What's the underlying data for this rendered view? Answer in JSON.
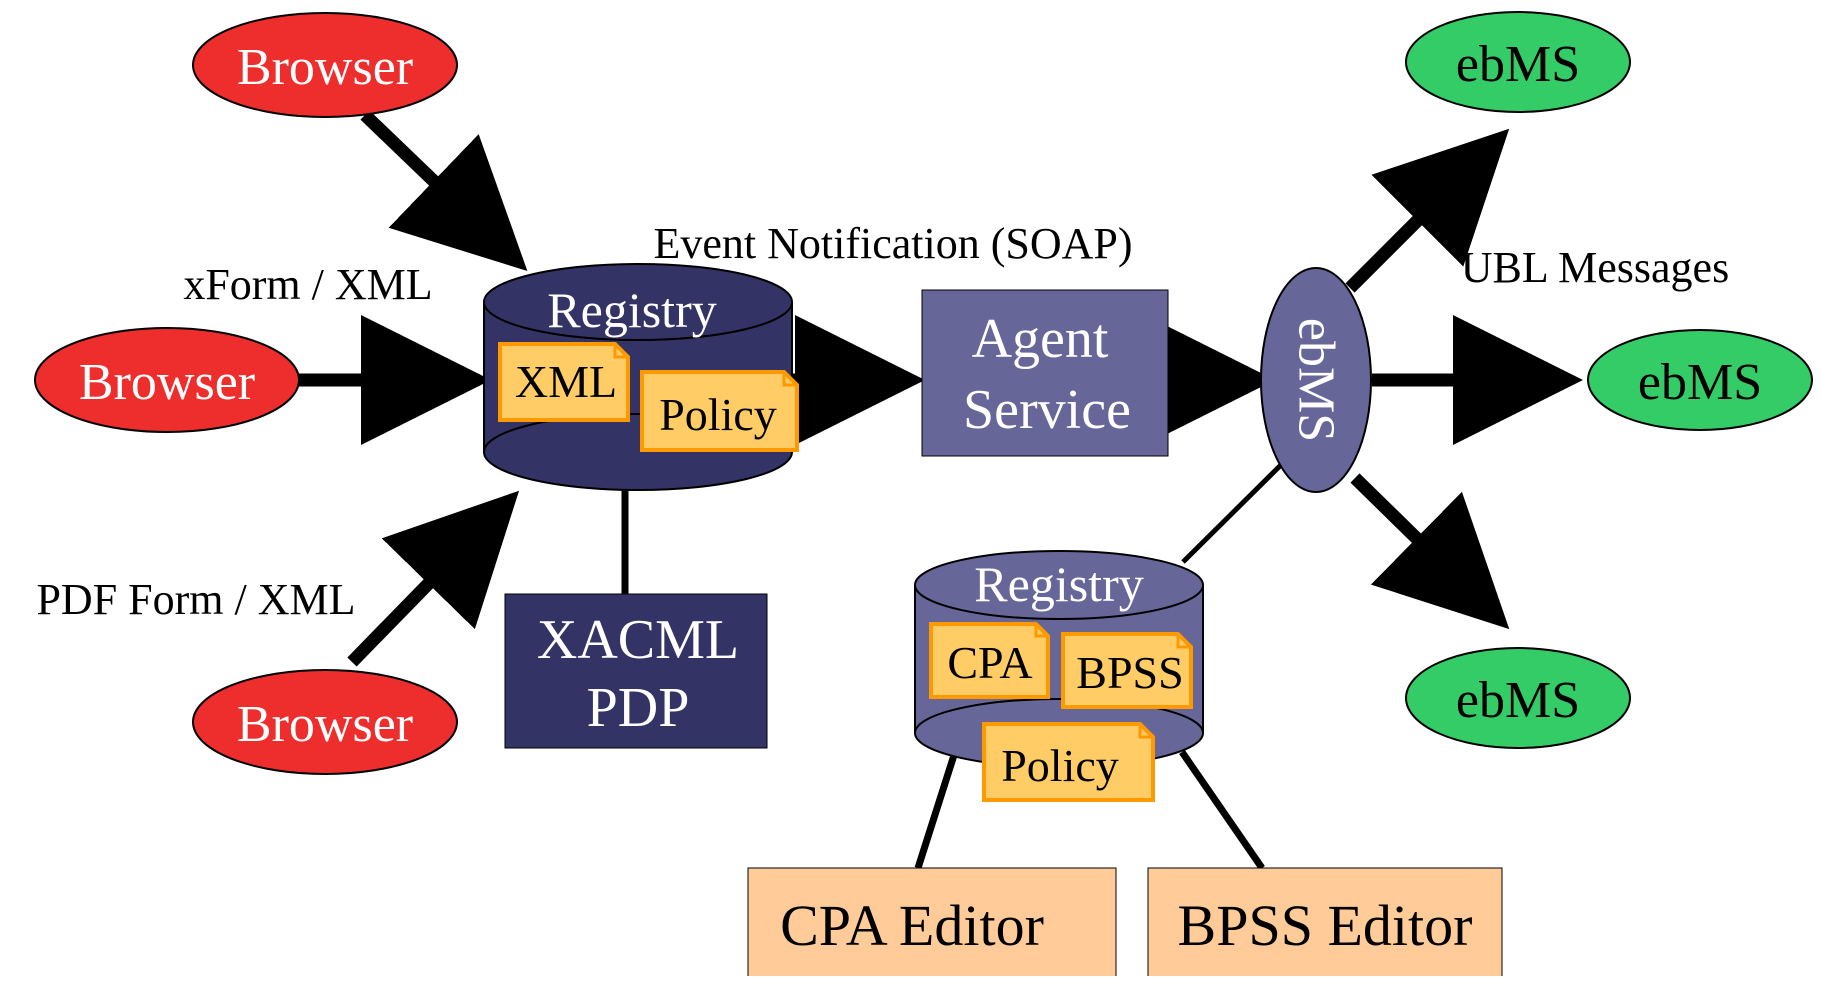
{
  "colors": {
    "browser_fill": "#ee2d2d",
    "ebms_fill": "#33cc66",
    "registry_dark": "#333366",
    "registry_mid": "#666699",
    "doc_fill": "#ffcc66",
    "doc_border": "#ff9900",
    "editor_fill": "#ffcc99",
    "arrow": "#000000"
  },
  "browsers": [
    {
      "label": "Browser"
    },
    {
      "label": "Browser"
    },
    {
      "label": "Browser"
    }
  ],
  "labels": {
    "xform": "xForm / XML",
    "pdf_form": "PDF Form / XML",
    "event_notification": "Event Notification (SOAP)",
    "ubl_messages": "UBL Messages"
  },
  "registry_main": {
    "title": "Registry",
    "docs": [
      "XML",
      "Policy"
    ]
  },
  "agent_service": {
    "line1": "Agent",
    "line2": "Service"
  },
  "xacml_pdp": {
    "line1": "XACML",
    "line2": "PDP"
  },
  "ebms_hub": {
    "label": "ebMS"
  },
  "ebms_endpoints": [
    {
      "label": "ebMS"
    },
    {
      "label": "ebMS"
    },
    {
      "label": "ebMS"
    }
  ],
  "registry_second": {
    "title": "Registry",
    "docs": [
      "CPA",
      "BPSS",
      "Policy"
    ]
  },
  "editors": [
    {
      "label": "CPA Editor"
    },
    {
      "label": "BPSS Editor"
    }
  ]
}
